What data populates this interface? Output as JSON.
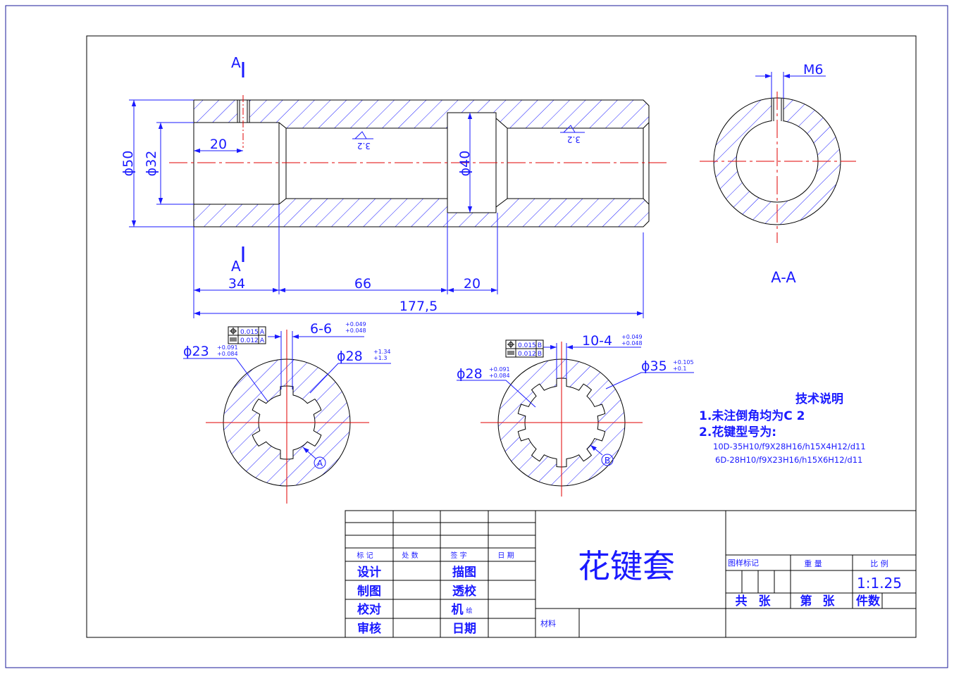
{
  "section_mark": "A",
  "section_view_label": "A-A",
  "thread_label": "M6",
  "dims": {
    "d50": "ϕ50",
    "d32": "ϕ32",
    "d40": "ϕ40",
    "len20_top": "20",
    "len34": "34",
    "len66": "66",
    "len20": "20",
    "len177": "177,5"
  },
  "roughness": "3.2",
  "spline_left": {
    "d23": "ϕ23",
    "d23_tol_up": "+0.091",
    "d23_tol_low": "+0.084",
    "d28": "ϕ28",
    "d28_tol_up": "+1.34",
    "d28_tol_low": "+1.3",
    "width": "6-6",
    "width_tol_up": "+0.049",
    "width_tol_low": "+0.048",
    "fcf1_value": "0.015",
    "fcf2_value": "0.012",
    "datum": "A"
  },
  "spline_right": {
    "d28": "ϕ28",
    "d28_tol_up": "+0.091",
    "d28_tol_low": "+0.084",
    "d35": "ϕ35",
    "d35_tol_up": "+0.105",
    "d35_tol_low": "+0.1",
    "width": "10-4",
    "width_tol_up": "+0.049",
    "width_tol_low": "+0.048",
    "fcf1_value": "0.015",
    "fcf2_value": "0.012",
    "datum": "B"
  },
  "tech_notes": {
    "title": "技术说明",
    "note1": "1.未注倒角均为C 2",
    "note2": "2.花键型号为:",
    "spec1": "10D-35H10/f9X28H16/h15X4H12/d11",
    "spec2": "6D-28H10/f9X23H16/h15X6H12/d11"
  },
  "title_block": {
    "part_name": "花键套",
    "biaoji": "标 记",
    "chushu": "处 数",
    "qianzi": "签 字",
    "riqi_small": "日 期",
    "sheji": "设计",
    "zhitu": "制图",
    "jiaodui": "校对",
    "shenhe": "审核",
    "miaotu": "描图",
    "toujiao": "透校",
    "jihui_main": "机",
    "jihui_sub": "绘",
    "riqi": "日期",
    "tuyang": "图样标记",
    "zhongliang": "重 量",
    "bili": "比 例",
    "scale": "1:1.25",
    "gong": "共",
    "zhang1": "张",
    "di": "第",
    "zhang2": "张",
    "jianshu": "件数",
    "cailiao": "材料"
  },
  "colors": {
    "outline": "#000000",
    "annotation": "#1a1aff",
    "centerline": "#e00000",
    "frame": "#1a1a99"
  }
}
